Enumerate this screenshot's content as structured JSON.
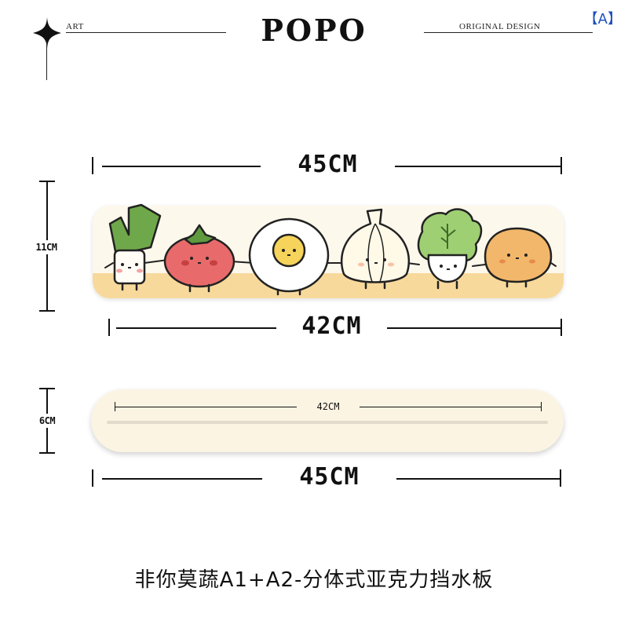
{
  "header": {
    "left_label": "ART",
    "brand": "POPO",
    "right_label": "ORIGINAL DESIGN",
    "badge": "【A】"
  },
  "diagram": {
    "top_width": "45CM",
    "panel_height": "11CM",
    "base_width": "42CM",
    "bottom_height": "6CM",
    "bottom_inner_width": "42CM",
    "bottom_width": "45CM"
  },
  "characters": [
    "scallion-icon",
    "tomato-icon",
    "egg-icon",
    "garlic-icon",
    "cabbage-icon",
    "potato-icon"
  ],
  "colors": {
    "panel": "#fdf8ec",
    "stripe": "#f8d99c",
    "badge": "#1f4fbf"
  },
  "caption": "非你莫蔬A1+A2-分体式亚克力挡水板"
}
